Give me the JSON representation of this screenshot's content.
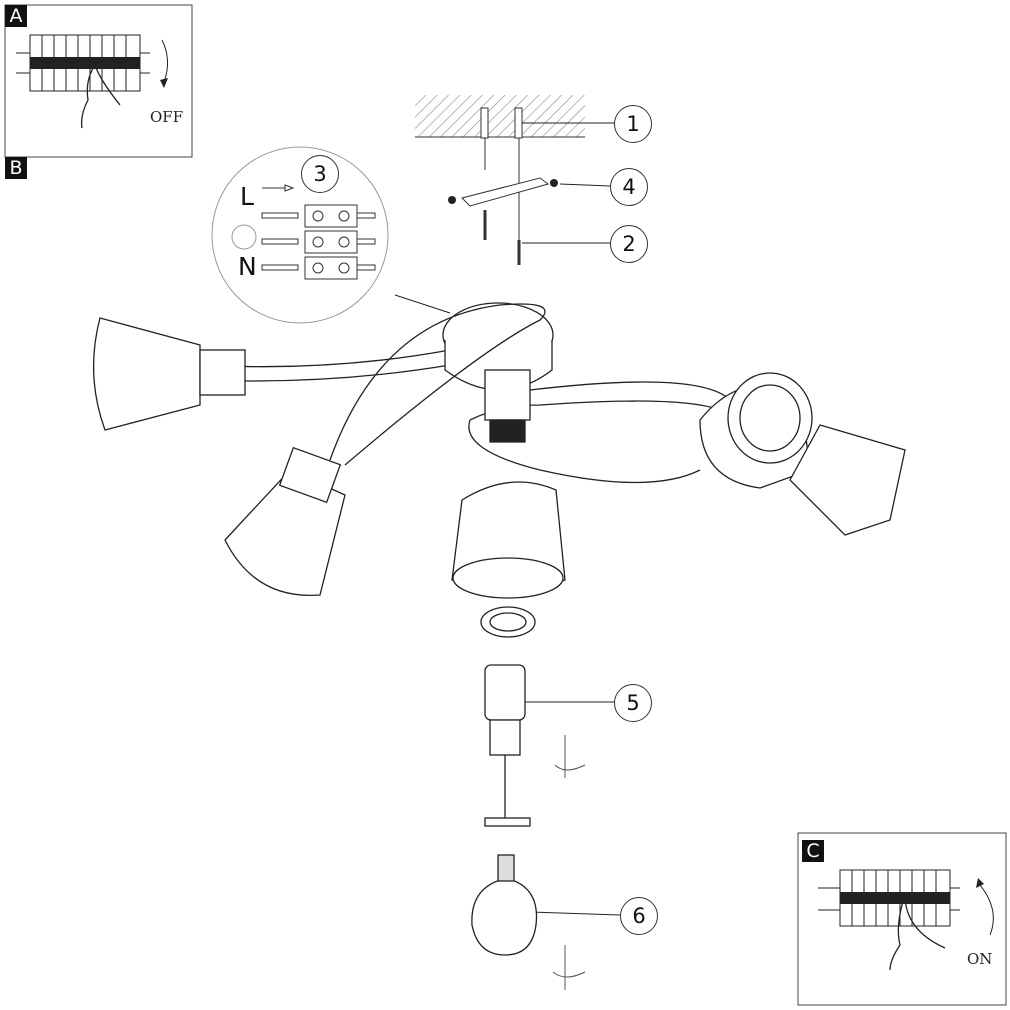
{
  "panels": {
    "a": {
      "label": "A",
      "state_text": "OFF"
    },
    "b": {
      "label": "B"
    },
    "c": {
      "label": "C",
      "state_text": "ON"
    }
  },
  "wiring": {
    "live_label": "L",
    "neutral_label": "N"
  },
  "callouts": [
    "1",
    "2",
    "3",
    "4",
    "5",
    "6"
  ]
}
